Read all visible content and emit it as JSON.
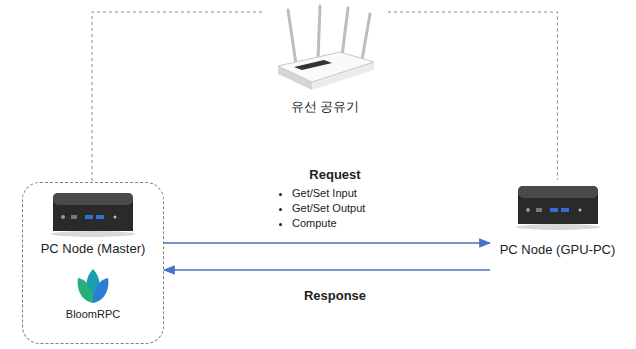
{
  "diagram": {
    "nodes": [
      {
        "text": [
          "유선 공유기"
        ]
      },
      {
        "text": [
          "PC Node (Master)",
          "BloomRPC"
        ]
      },
      {
        "text": [
          "PC Node (GPU-PC)"
        ]
      }
    ],
    "edges": [
      {
        "from": 0,
        "to": 1,
        "arrow": "none"
      },
      {
        "from": 0,
        "to": 2,
        "arrow": "none"
      },
      {
        "from": 1,
        "to": 2,
        "label": "Request",
        "arrow": "to"
      },
      {
        "from": 2,
        "to": 1,
        "label": "Response",
        "arrow": "to"
      }
    ],
    "labels": [
      "Get/Set Input",
      "Get/Set Output",
      "Compute"
    ]
  }
}
